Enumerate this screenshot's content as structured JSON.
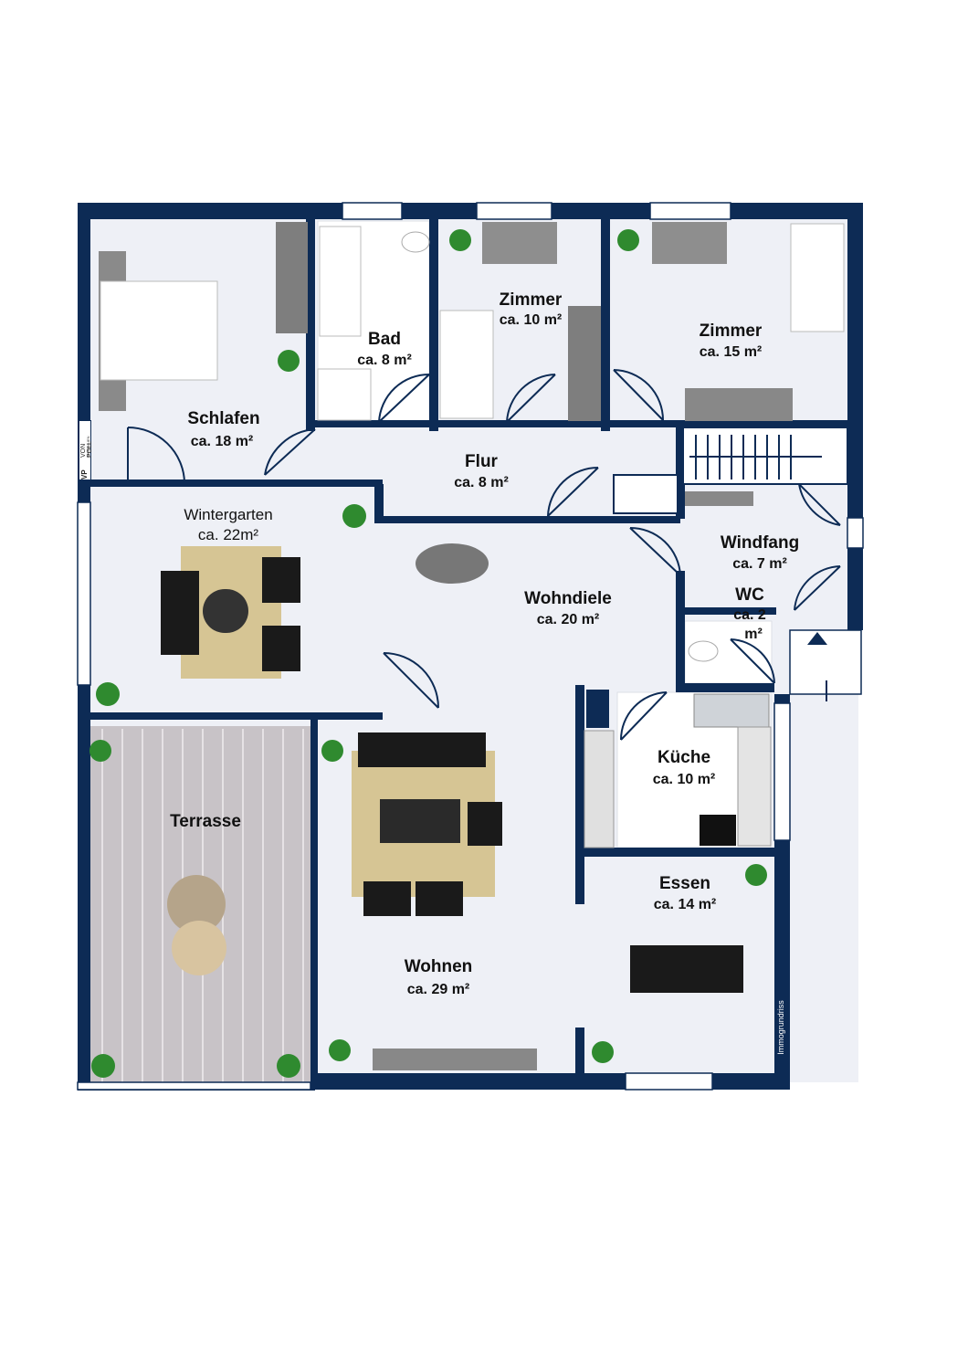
{
  "colors": {
    "wall": "#0d2b55",
    "floor": "#eef0f6",
    "deck": "#c9c4c8",
    "rug": "#d9c79a",
    "furniture": "#7a7a7a",
    "plant": "#2f8a2f"
  },
  "rooms": {
    "schlafen": {
      "name": "Schlafen",
      "area": "ca. 18 m²"
    },
    "bad": {
      "name": "Bad",
      "area": "ca. 8 m²"
    },
    "zimmer1": {
      "name": "Zimmer",
      "area": "ca. 10 m²"
    },
    "zimmer2": {
      "name": "Zimmer",
      "area": "ca. 15 m²"
    },
    "flur": {
      "name": "Flur",
      "area": "ca. 8 m²"
    },
    "wintergarten": {
      "name": "Wintergarten",
      "area": "ca. 22m²"
    },
    "windfang": {
      "name": "Windfang",
      "area": "ca. 7 m²"
    },
    "wc": {
      "name": "WC",
      "area1": "ca. 2",
      "area2": "m²"
    },
    "wohndiele": {
      "name": "Wohndiele",
      "area": "ca. 20 m²"
    },
    "kueche": {
      "name": "Küche",
      "area": "ca. 10 m²"
    },
    "terrasse": {
      "name": "Terrasse"
    },
    "essen": {
      "name": "Essen",
      "area": "ca. 14 m²"
    },
    "wohnen": {
      "name": "Wohnen",
      "area": "ca. 29 m²"
    }
  },
  "branding": {
    "logo_text": "VON POLL",
    "logo_mark": "VP",
    "logo_sub": "IMMOBILIEN"
  },
  "watermark": "Immogrundriss",
  "icons": [
    "entrance-arrow-icon",
    "plant-icon",
    "bed-icon",
    "sofa-icon",
    "stove-icon",
    "sink-icon",
    "toilet-icon"
  ]
}
